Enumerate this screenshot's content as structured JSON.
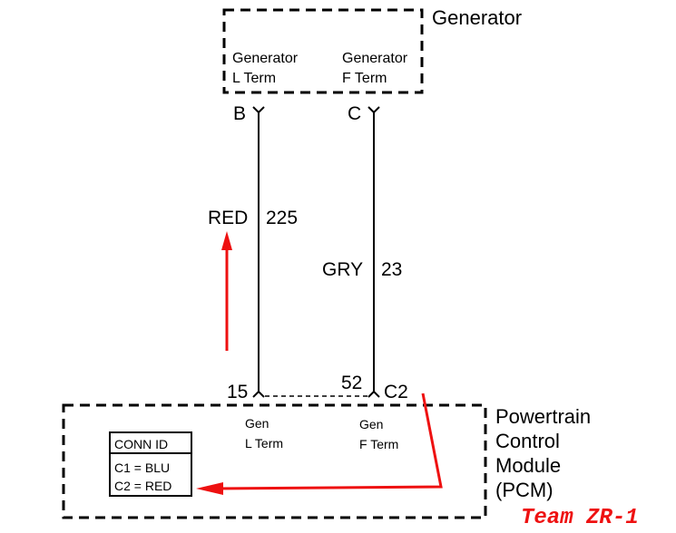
{
  "generator": {
    "title": "Generator",
    "l_term_line1": "Generator",
    "l_term_line2": "L Term",
    "f_term_line1": "Generator",
    "f_term_line2": "F Term",
    "pin_l": "B",
    "pin_f": "C"
  },
  "wires": {
    "l_color": "RED",
    "l_circuit": "225",
    "f_color": "GRY",
    "f_circuit": "23"
  },
  "pcm": {
    "title_line1": "Powertrain",
    "title_line2": "Control",
    "title_line3": "Module",
    "title_line4": "(PCM)",
    "pin_l": "15",
    "pin_f": "52",
    "connector": "C2",
    "l_term_line1": "Gen",
    "l_term_line2": "L Term",
    "f_term_line1": "Gen",
    "f_term_line2": "F Term"
  },
  "conn_table": {
    "header": "CONN ID",
    "row1": "C1 = BLU",
    "row2": "C2 = RED"
  },
  "watermark": "Team ZR-1",
  "colors": {
    "annotation_arrow": "#ee1111",
    "watermark": "#ee1111"
  }
}
